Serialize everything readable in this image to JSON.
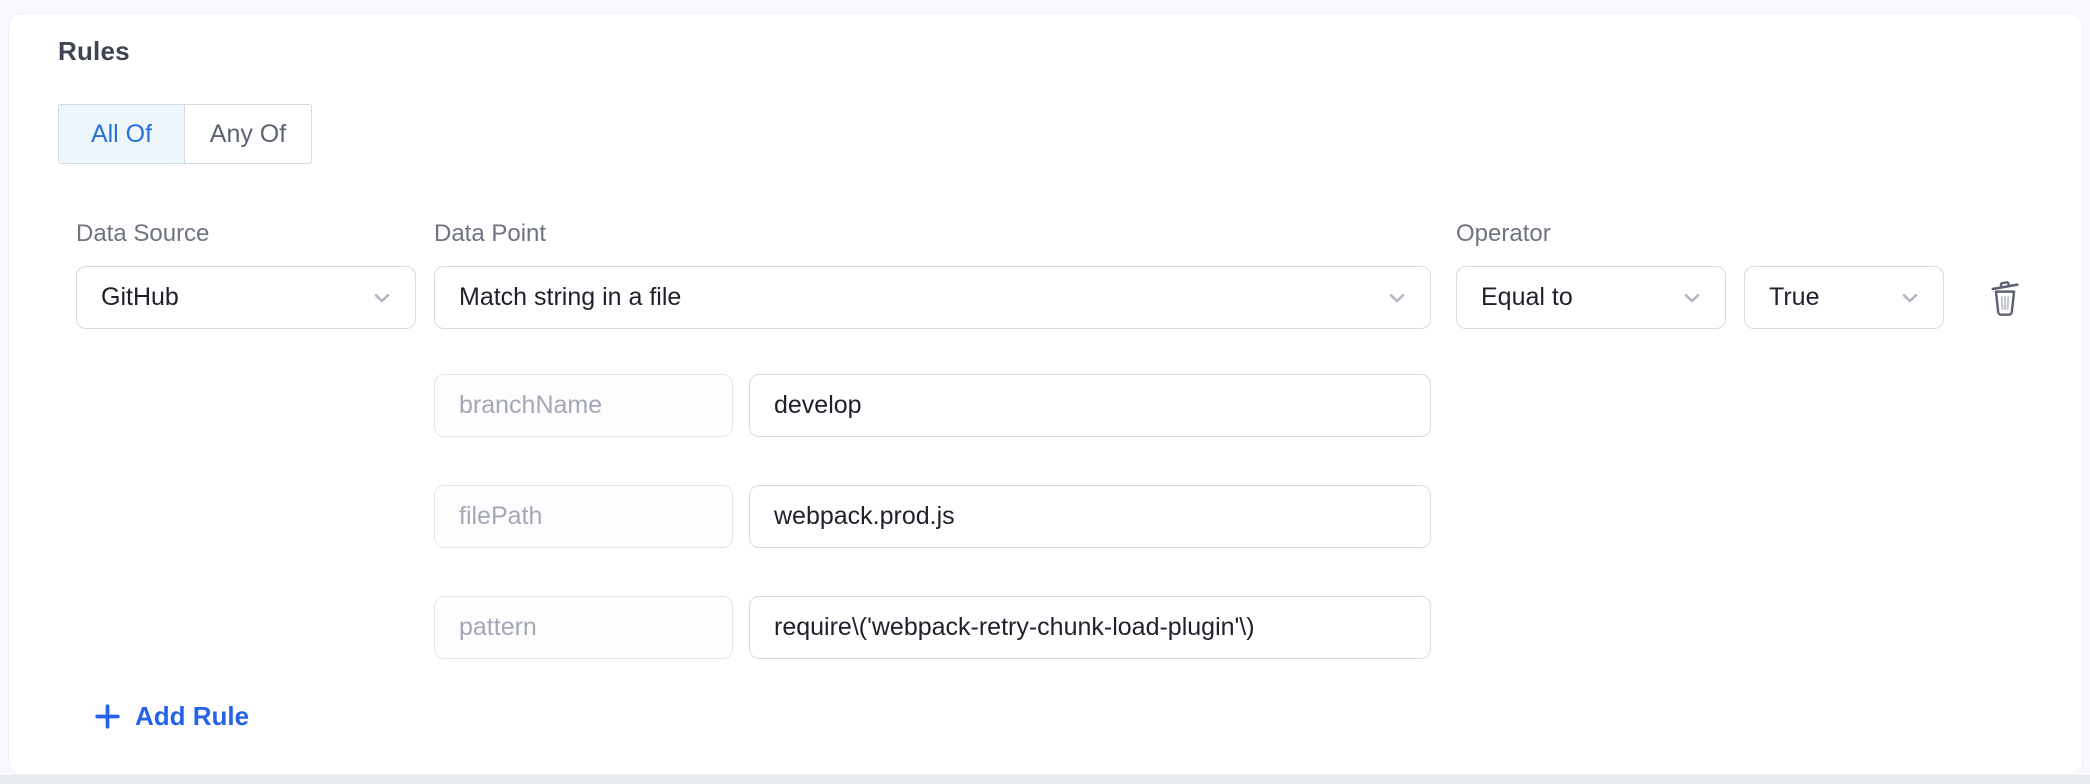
{
  "page": {
    "heading": "Rules",
    "match_toggle": {
      "all_of_label": "All Of",
      "any_of_label": "Any Of",
      "selected": "All Of"
    },
    "labels": {
      "data_source": "Data Source",
      "data_point": "Data Point",
      "operator": "Operator"
    },
    "rule": {
      "data_source_value": "GitHub",
      "data_point_value": "Match string in a file",
      "operator_value": "Equal to",
      "comparison_value": "True",
      "params": [
        {
          "key": "branchName",
          "value": "develop"
        },
        {
          "key": "filePath",
          "value": "webpack.prod.js"
        },
        {
          "key": "pattern",
          "value": "require\\('webpack-retry-chunk-load-plugin'\\)"
        }
      ]
    },
    "add_rule_label": "Add Rule",
    "icons": {
      "chevron": "chevron-down-icon",
      "delete": "trash-icon",
      "add": "plus-icon"
    },
    "colors": {
      "accent_blue": "#2563eb",
      "selected_toggle_text": "#2b6fd8",
      "selected_toggle_bg": "#ecf6fb",
      "border": "#d7dae3",
      "muted_label": "#6e7480",
      "disabled_text": "#a3a7b6",
      "text": "#1e212b",
      "card_bg": "#ffffff",
      "page_bg": "#f7f9fc",
      "bottom_strip_bg": "#e8ebf0"
    }
  }
}
